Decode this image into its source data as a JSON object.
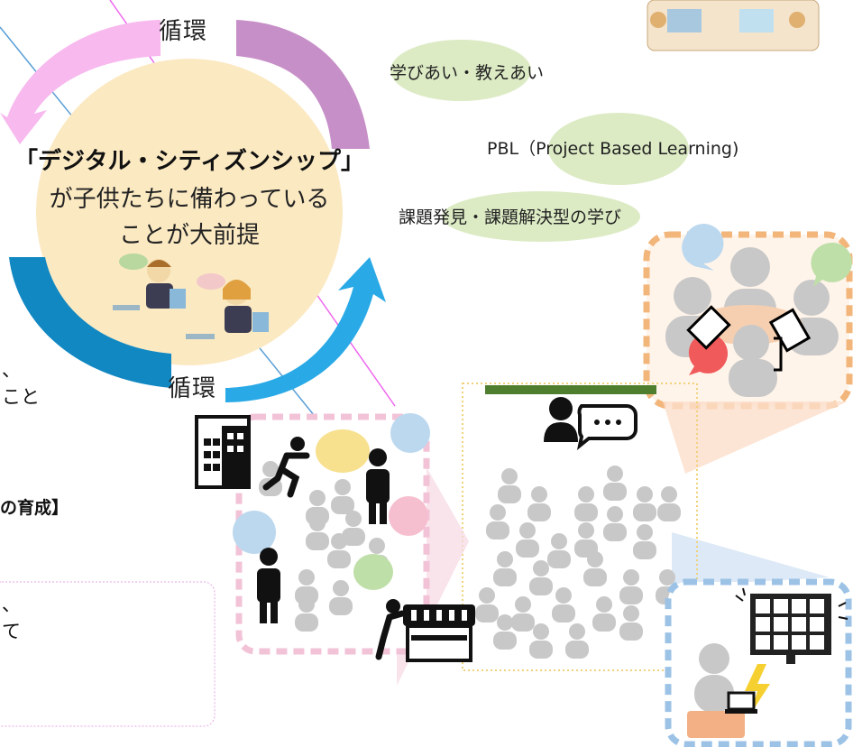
{
  "cycle": {
    "top_label": "循環",
    "bottom_label": "循環"
  },
  "center": {
    "title": "「デジタル・シティズンシップ」",
    "line2": "が子供たちに備わっている",
    "line3": "ことが大前提"
  },
  "labels": {
    "manabi": "学びあい・教えあい",
    "pbl_prefix": "PBL（",
    "pbl_en": "Project Based Learning)",
    "kadai": "課題発見・課題解決型の学び"
  },
  "left_fragments": {
    "a": "、",
    "b": "こと",
    "c": "の育成】",
    "d": "、",
    "e": "て"
  },
  "colors": {
    "cream_circle": "#fbe9c2",
    "arrow_pink": "#f7b9ee",
    "arrow_purple": "#c78fc8",
    "arrow_darkblue": "#1188c2",
    "arrow_lightblue": "#29a9e6",
    "label_bg": "#dcebc4",
    "person_gray": "#c8c8c8",
    "orange_dash": "#f2b57a",
    "pink_dash": "#f2c3d7",
    "blue_dash": "#9cc2e6",
    "yellow_dot": "#f0d27a",
    "green_bar": "#4f7e2f"
  },
  "icons": [
    "building-icon",
    "running-person-icon",
    "standing-person-icon",
    "shop-icon",
    "teacher-speech-icon",
    "video-conference-monitor-icon",
    "laptop-icon",
    "lightning-icon",
    "tablet-icon",
    "speech-bubble-icon",
    "student-illustration"
  ]
}
